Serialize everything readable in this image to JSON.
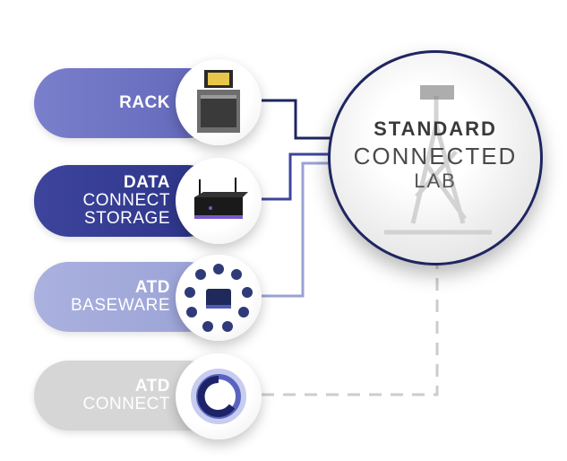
{
  "center": {
    "line1": "STANDARD",
    "line2": "CONNECTED",
    "line3": "LAB"
  },
  "items": [
    {
      "lines": [
        "RACK"
      ],
      "color": "#6f74c3",
      "icon": "rack-instrument-icon"
    },
    {
      "lines": [
        "DATA",
        "CONNECT",
        "STORAGE"
      ],
      "color": "#333a91",
      "icon": "storage-box-icon"
    },
    {
      "lines": [
        "ATD",
        "BASEWARE"
      ],
      "color": "#a3aadb",
      "icon": "baseware-hub-icon"
    },
    {
      "lines": [
        "ATD",
        "CONNECT"
      ],
      "color": "#d6d6d6",
      "icon": "atd-connect-logo-icon"
    }
  ],
  "connector_colors": {
    "dark": "#1f2560",
    "mid": "#3d449c",
    "light": "#9aa2d6",
    "dashed": "#cccccc"
  }
}
